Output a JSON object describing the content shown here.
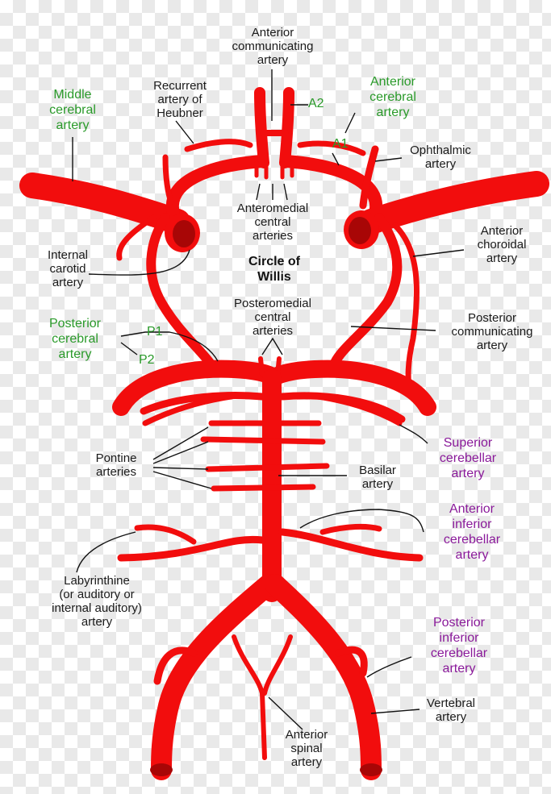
{
  "title": [
    "Circle of",
    "Willis"
  ],
  "labels": {
    "anterior_communicating": [
      "Anterior",
      "communicating",
      "artery"
    ],
    "middle_cerebral": [
      "Middle",
      "cerebral",
      "artery"
    ],
    "recurrent_heubner": [
      "Recurrent",
      "artery of",
      "Heubner"
    ],
    "anterior_cerebral": [
      "Anterior",
      "cerebral",
      "artery"
    ],
    "a2": "A2",
    "a1": "A1",
    "ophthalmic": [
      "Ophthalmic",
      "artery"
    ],
    "anteromedial_central": [
      "Anteromedial",
      "central",
      "arteries"
    ],
    "internal_carotid": [
      "Internal",
      "carotid",
      "artery"
    ],
    "anterior_choroidal": [
      "Anterior",
      "choroidal",
      "artery"
    ],
    "posteromedial_central": [
      "Posteromedial",
      "central",
      "arteries"
    ],
    "posterior_cerebral": [
      "Posterior",
      "cerebral",
      "artery"
    ],
    "p1": "P1",
    "p2": "P2",
    "posterior_communicating": [
      "Posterior",
      "communicating",
      "artery"
    ],
    "pontine": [
      "Pontine",
      "arteries"
    ],
    "superior_cerebellar": [
      "Superior",
      "cerebellar",
      "artery"
    ],
    "basilar": [
      "Basilar",
      "artery"
    ],
    "anterior_inferior_cerebellar": [
      "Anterior",
      "inferior",
      "cerebellar",
      "artery"
    ],
    "labyrinthine": [
      "Labyrinthine",
      "(or auditory or",
      "internal auditory)",
      "artery"
    ],
    "posterior_inferior_cerebellar": [
      "Posterior",
      "inferior",
      "cerebellar",
      "artery"
    ],
    "vertebral": [
      "Vertebral",
      "artery"
    ],
    "anterior_spinal": [
      "Anterior",
      "spinal",
      "artery"
    ]
  },
  "colors": {
    "vessel": "#f20d0d",
    "vessel_lumen": "#a80606",
    "anterior_circulation_label": "#2a9a2a",
    "cerebellar_label": "#8a1a9a",
    "background_checker": "#e9e9e9"
  }
}
